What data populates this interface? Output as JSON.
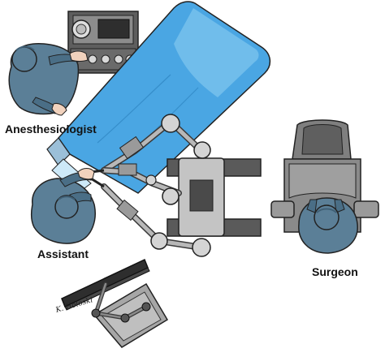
{
  "labels": {
    "anesthesiologist": "Anesthesiologist",
    "assistant": "Assistant",
    "surgeon": "Surgeon"
  },
  "signature": "K. Holoski",
  "colors": {
    "drape": "#4aa6e3",
    "drape_light": "#8fd0f2",
    "scrubs": "#5b7f97",
    "scrubs_dark": "#3f5f75",
    "skin": "#f1d2bd",
    "console_body": "#7f7f7f",
    "console_dark": "#5a5a5a",
    "robot_gray": "#b8b8b8",
    "robot_dark": "#3a3a3a",
    "outline": "#222222"
  },
  "icons": {
    "anesthesia_machine": "anesthesia-machine-icon",
    "patient": "patient-drape-icon",
    "robot_cart": "patient-side-cart-icon",
    "surgeon_console": "surgeon-console-icon",
    "vision_monitor": "vision-monitor-icon"
  }
}
